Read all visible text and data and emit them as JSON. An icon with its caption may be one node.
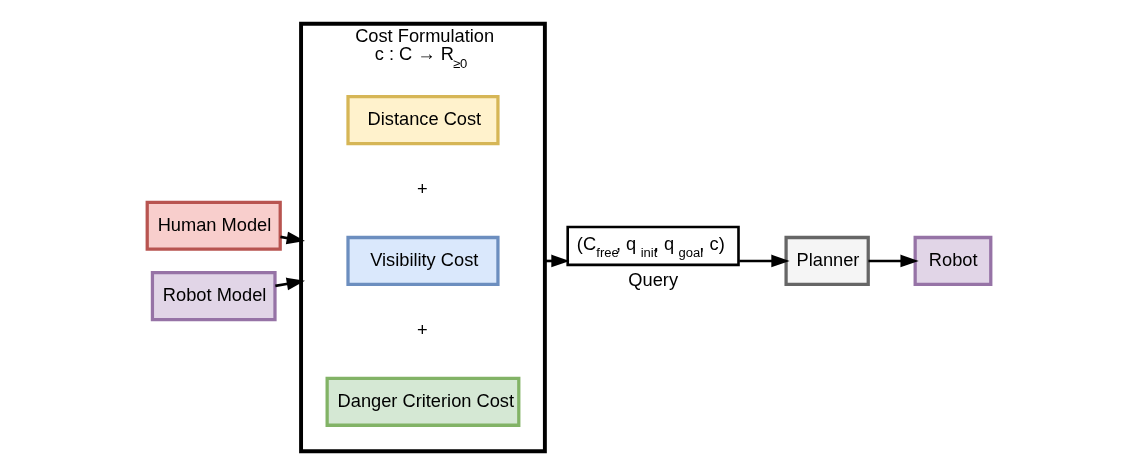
{
  "diagram": {
    "nodes": [
      {
        "text": [
          "Cost Formulation",
          "c : C → R$_{≥0}$"
        ]
      },
      {
        "text": [
          "Distance Cost"
        ],
        "in": 0
      },
      {
        "text": [
          "Visibility Cost"
        ],
        "in": 0
      },
      {
        "text": [
          "Danger Criterion Cost"
        ],
        "in": 0
      },
      {
        "text": [
          "Human Model"
        ]
      },
      {
        "text": [
          "Robot Model"
        ]
      },
      {
        "text": [
          "(C$_{free}$, q$_{init}$, q$_{goal}$, c)"
        ],
        "beside": [
          "Query"
        ]
      },
      {
        "text": [
          "Planner"
        ]
      },
      {
        "text": [
          "Robot"
        ]
      }
    ],
    "edges": [
      {
        "from": 4,
        "to": 0,
        "arrow": "to"
      },
      {
        "from": 5,
        "to": 0,
        "arrow": "to"
      },
      {
        "from": 0,
        "to": 6,
        "arrow": "to"
      },
      {
        "from": 6,
        "to": 7,
        "arrow": "to"
      },
      {
        "from": 7,
        "to": 8,
        "arrow": "to"
      }
    ],
    "labels": [
      "+",
      "+"
    ]
  }
}
